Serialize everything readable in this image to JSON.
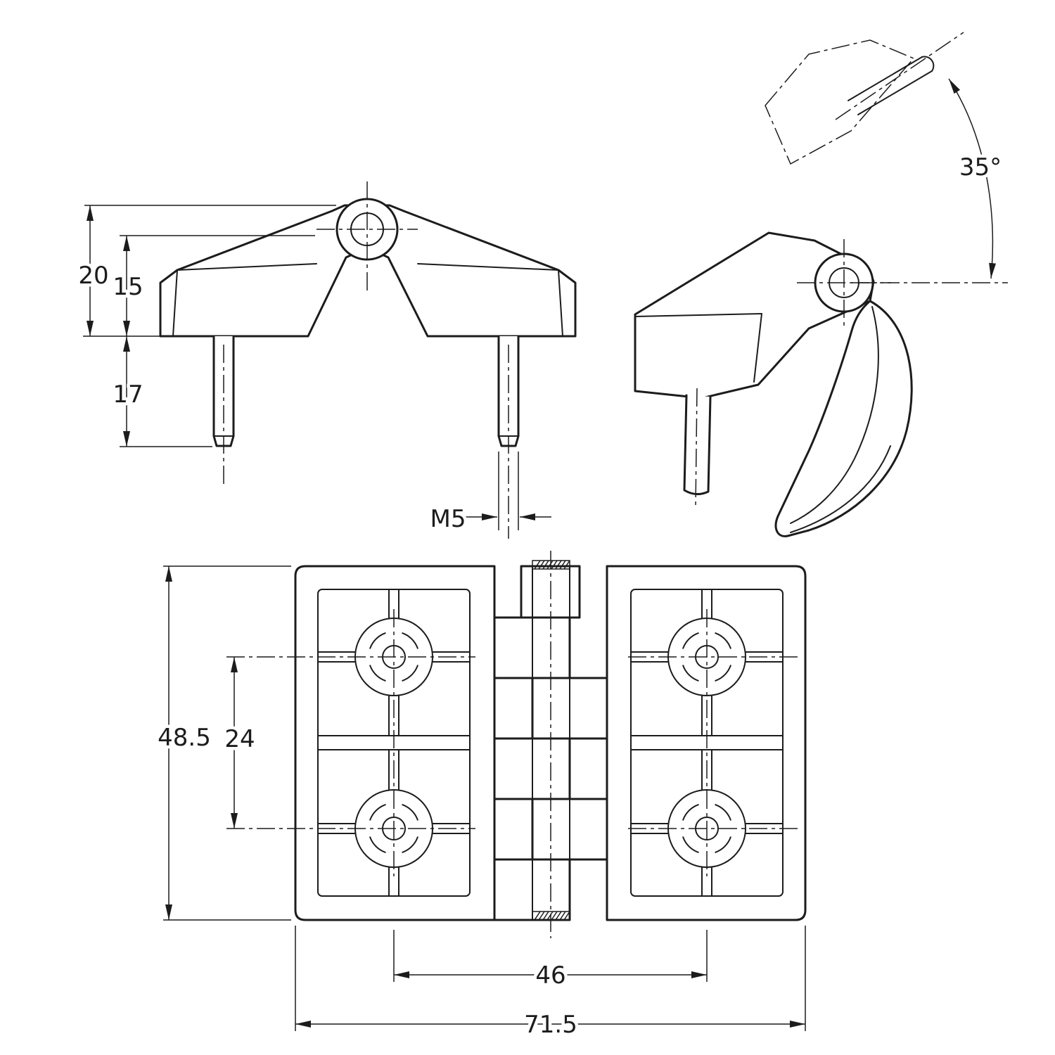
{
  "drawing": {
    "background": "#ffffff",
    "line_color": "#1c1c1c",
    "views": {
      "front": {
        "dims": {
          "total_height": "20",
          "body_height": "15",
          "stud_length": "17",
          "thread": "M5"
        }
      },
      "iso": {
        "dims": {
          "opening_angle": "35°"
        }
      },
      "plan": {
        "dims": {
          "plate_height": "48.5",
          "hole_spacing_vertical": "24",
          "hole_spacing_horizontal": "46",
          "plate_width": "71.5"
        }
      }
    }
  }
}
